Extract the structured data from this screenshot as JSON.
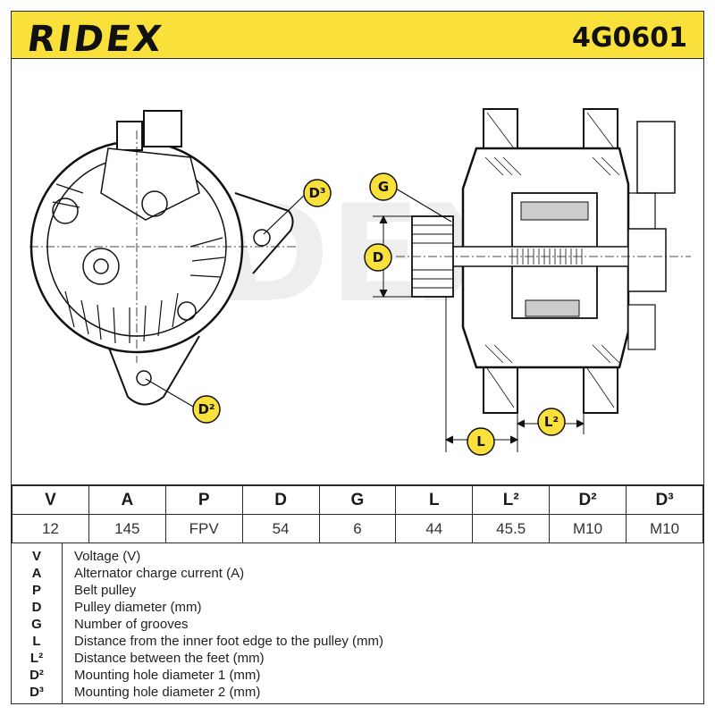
{
  "header": {
    "brand": "RIDEX",
    "part_number": "4G0601"
  },
  "drawing": {
    "watermark": "RIDEX",
    "labels": {
      "D3": "D³",
      "D2": "D²",
      "G": "G",
      "D": "D",
      "L": "L",
      "L2": "L²"
    },
    "accent_color": "#f9e03a"
  },
  "specs": {
    "headers": [
      "V",
      "A",
      "P",
      "D",
      "G",
      "L",
      "L²",
      "D²",
      "D³"
    ],
    "values": [
      "12",
      "145",
      "FPV",
      "54",
      "6",
      "44",
      "45.5",
      "M10",
      "M10"
    ]
  },
  "legend": [
    {
      "key": "V",
      "text": "Voltage (V)"
    },
    {
      "key": "A",
      "text": "Alternator charge current (A)"
    },
    {
      "key": "P",
      "text": "Belt pulley"
    },
    {
      "key": "D",
      "text": "Pulley diameter (mm)"
    },
    {
      "key": "G",
      "text": "Number of grooves"
    },
    {
      "key": "L",
      "text": "Distance from the inner foot edge to the pulley (mm)"
    },
    {
      "key": "L²",
      "text": "Distance between the feet (mm)"
    },
    {
      "key": "D²",
      "text": "Mounting hole diameter 1 (mm)"
    },
    {
      "key": "D³",
      "text": "Mounting hole diameter 2 (mm)"
    }
  ]
}
